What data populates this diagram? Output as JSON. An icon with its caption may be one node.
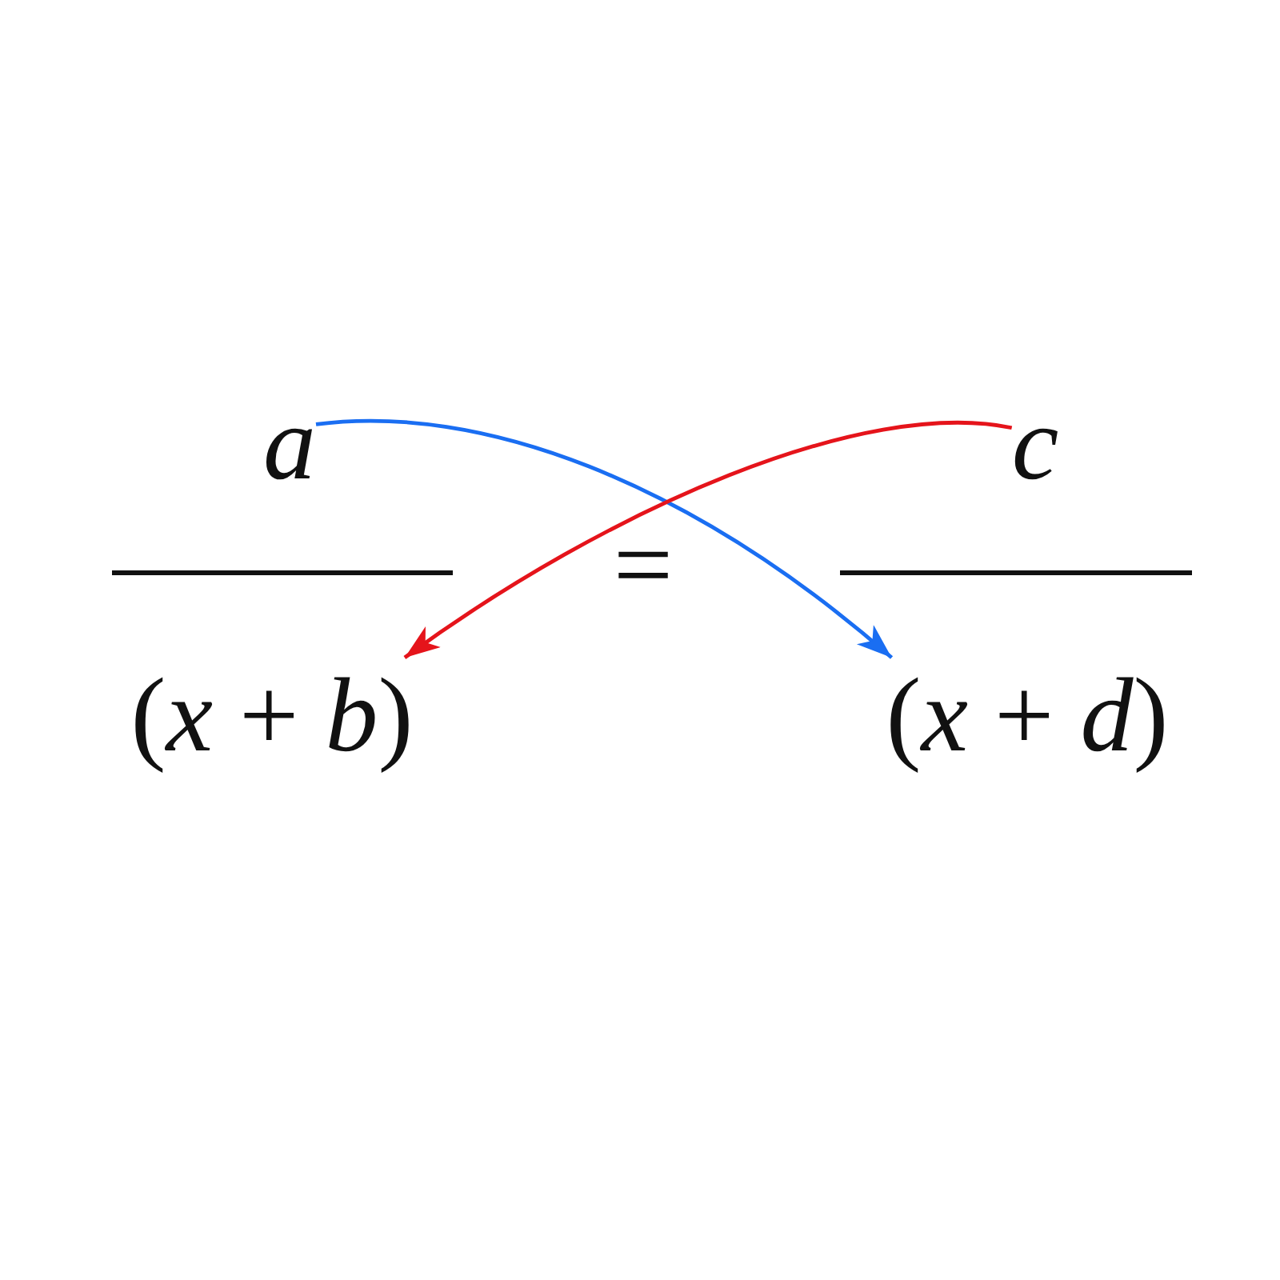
{
  "diagram": {
    "nodes": [
      {
        "text": [
          "a"
        ]
      },
      {
        "text": [
          "c"
        ]
      },
      {
        "text": [
          "(*x* + *b*)"
        ]
      },
      {
        "text": [
          "(*x* + *d*)"
        ]
      }
    ],
    "edges": [
      {
        "from": 0,
        "to": 3,
        "arrow": "to",
        "color": "#1a6ef2"
      },
      {
        "from": 1,
        "to": 2,
        "arrow": "to",
        "color": "#e5141b"
      }
    ],
    "labels": [
      "="
    ]
  }
}
